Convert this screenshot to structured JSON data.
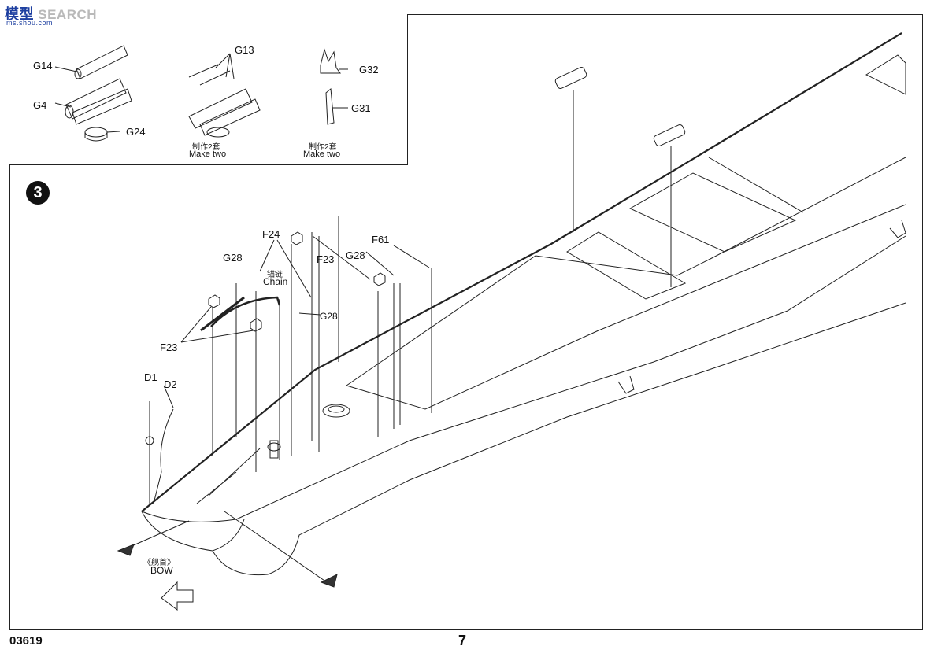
{
  "watermark": {
    "brand": "模型",
    "text": "SEARCH",
    "sub": "ms.shou.com"
  },
  "inset": {
    "parts": {
      "g14": "G14",
      "g4": "G4",
      "g24": "G24",
      "g13": "G13",
      "g32": "G32",
      "g31": "G31"
    },
    "make_two_cn_1": "制作2套",
    "make_two_en_1": "Make two",
    "make_two_cn_2": "制作2套",
    "make_two_en_2": "Make two"
  },
  "step_number": "3",
  "callouts": {
    "f24": "F24",
    "g28_a": "G28",
    "f61": "F61",
    "g28_b": "G28",
    "f23_a": "F23",
    "chain_cn": "锚链",
    "chain_en": "Chain",
    "g28_c": "G28",
    "f23_b": "F23",
    "d1": "D1",
    "d2": "D2",
    "bow_cn": "《舰首》",
    "bow_en": "BOW"
  },
  "footer": {
    "code": "03619",
    "page": "7"
  }
}
